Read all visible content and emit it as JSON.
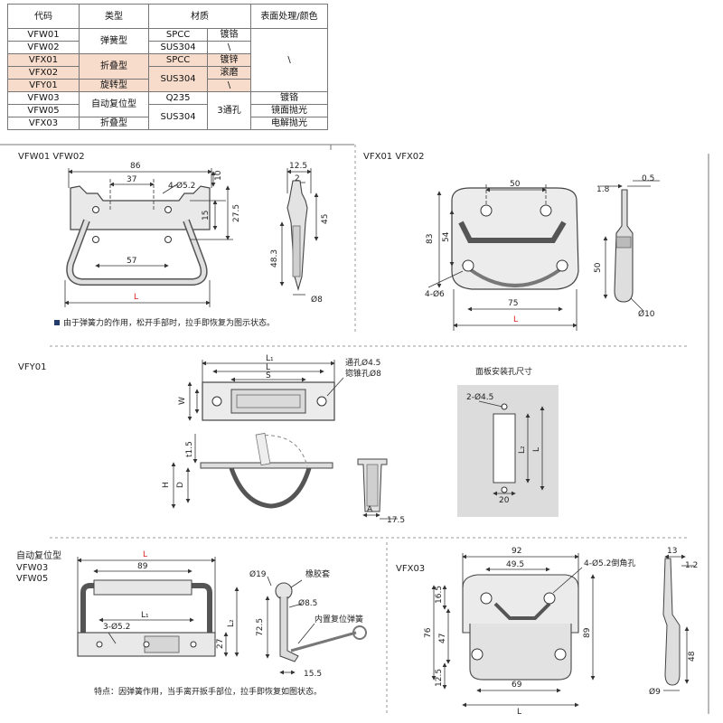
{
  "table": {
    "headers": [
      "代码",
      "类型",
      "材质",
      "表面处理/颜色"
    ],
    "rows": [
      {
        "code": "VFW01",
        "type": "弹簧型",
        "mat": "SPCC",
        "mat2": "镀铬",
        "finish": "\\"
      },
      {
        "code": "VFW02",
        "mat": "SUS304",
        "mat2": "\\"
      },
      {
        "code": "VFX01",
        "type": "折叠型",
        "mat": "SPCC",
        "mat2": "镀锌"
      },
      {
        "code": "VFX02",
        "mat": "SUS304",
        "mat2": "滚磨"
      },
      {
        "code": "VFY01",
        "type": "旋转型",
        "mat2": "\\"
      },
      {
        "code": "VFW03",
        "type": "自动复位型",
        "mat": "Q235",
        "mat2": "3通孔",
        "finish": "镀铬"
      },
      {
        "code": "VFW05",
        "mat": "SUS304",
        "finish": "镜面抛光"
      },
      {
        "code": "VFX03",
        "type": "折叠型",
        "finish": "电解抛光"
      }
    ]
  },
  "vfw": {
    "title": "VFW01  VFW02",
    "d86": "86",
    "d37": "37",
    "d57": "57",
    "holes": "4-Ø5.2",
    "d10": "10",
    "d15": "15",
    "d275": "27.5",
    "L": "L",
    "d125": "12.5",
    "d2": "2",
    "d45": "45",
    "d483": "48.3",
    "d8": "Ø8",
    "note": "由于弹簧力的作用，松开手部时，拉手即恢复为图示状态。"
  },
  "vfx": {
    "title": "VFX01  VFX02",
    "d50": "50",
    "d83": "83",
    "d54": "54",
    "d75": "75",
    "holes": "4-Ø6",
    "L": "L",
    "d18": "1.8",
    "d05": "0.5",
    "d50b": "50",
    "d10": "Ø10"
  },
  "vfy": {
    "title": "VFY01",
    "L1": "L₁",
    "L": "L",
    "S": "S",
    "W": "W",
    "hole1": "通孔Ø4.5",
    "hole2": "锪锥孔Ø8",
    "t": "t1.5",
    "H": "H",
    "D": "D",
    "A": "A",
    "d175": "17.5",
    "panel_title": "面板安装孔尺寸",
    "phole": "2-Ø4.5",
    "L2": "L₂",
    "Lp": "L",
    "d20": "20"
  },
  "vfw3": {
    "title1": "自动复位型",
    "title2": "VFW03",
    "title3": "VFW05",
    "L": "L",
    "d89": "89",
    "L1": "L₁",
    "holes": "3-Ø5.2",
    "L2": "L₂",
    "d27": "27",
    "d19": "Ø19",
    "rubber": "橡胶套",
    "d85": "Ø8.5",
    "spring": "内置复位弹簧",
    "d725": "72.5",
    "d155": "15.5",
    "note": "特点：因弹簧作用，当手离开扳手部位，拉手即恢复如图状态。"
  },
  "vfx3": {
    "title": "VFX03",
    "d92": "92",
    "d495": "49.5",
    "holes": "4-Ø5.2倒角孔",
    "d165": "16.5",
    "d76": "76",
    "d47": "47",
    "d125": "12.5",
    "d69": "69",
    "d89": "89",
    "L": "L",
    "d13": "13",
    "d12": "1.2",
    "d48": "48",
    "d9": "Ø9"
  }
}
